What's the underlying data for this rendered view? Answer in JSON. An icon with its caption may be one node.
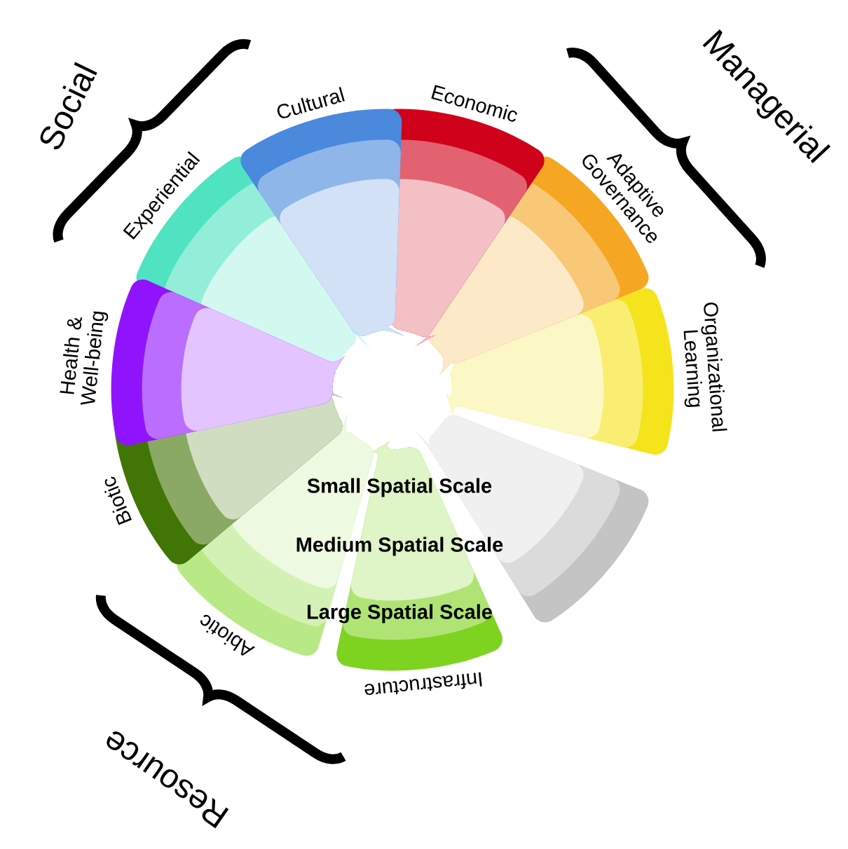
{
  "diagram": {
    "nodes": [
      {
        "text": [
          "Cultural"
        ]
      },
      {
        "text": [
          "Economic"
        ]
      },
      {
        "text": [
          "Adaptive Governance"
        ]
      },
      {
        "text": [
          "Organizational Learning"
        ]
      },
      {
        "text": [],
        "shape": "wedge"
      },
      {
        "text": [
          "Infrastructure"
        ]
      },
      {
        "text": [
          "Abiotic"
        ]
      },
      {
        "text": [
          "Biotic"
        ]
      },
      {
        "text": [
          "Health & Well-being"
        ]
      },
      {
        "text": [
          "Experiential"
        ]
      }
    ],
    "labels": [
      "Social",
      "Managerial",
      "Small Spatial Scale",
      "Medium Spatial Scale",
      "Large Spatial Scale",
      "Resource"
    ]
  }
}
